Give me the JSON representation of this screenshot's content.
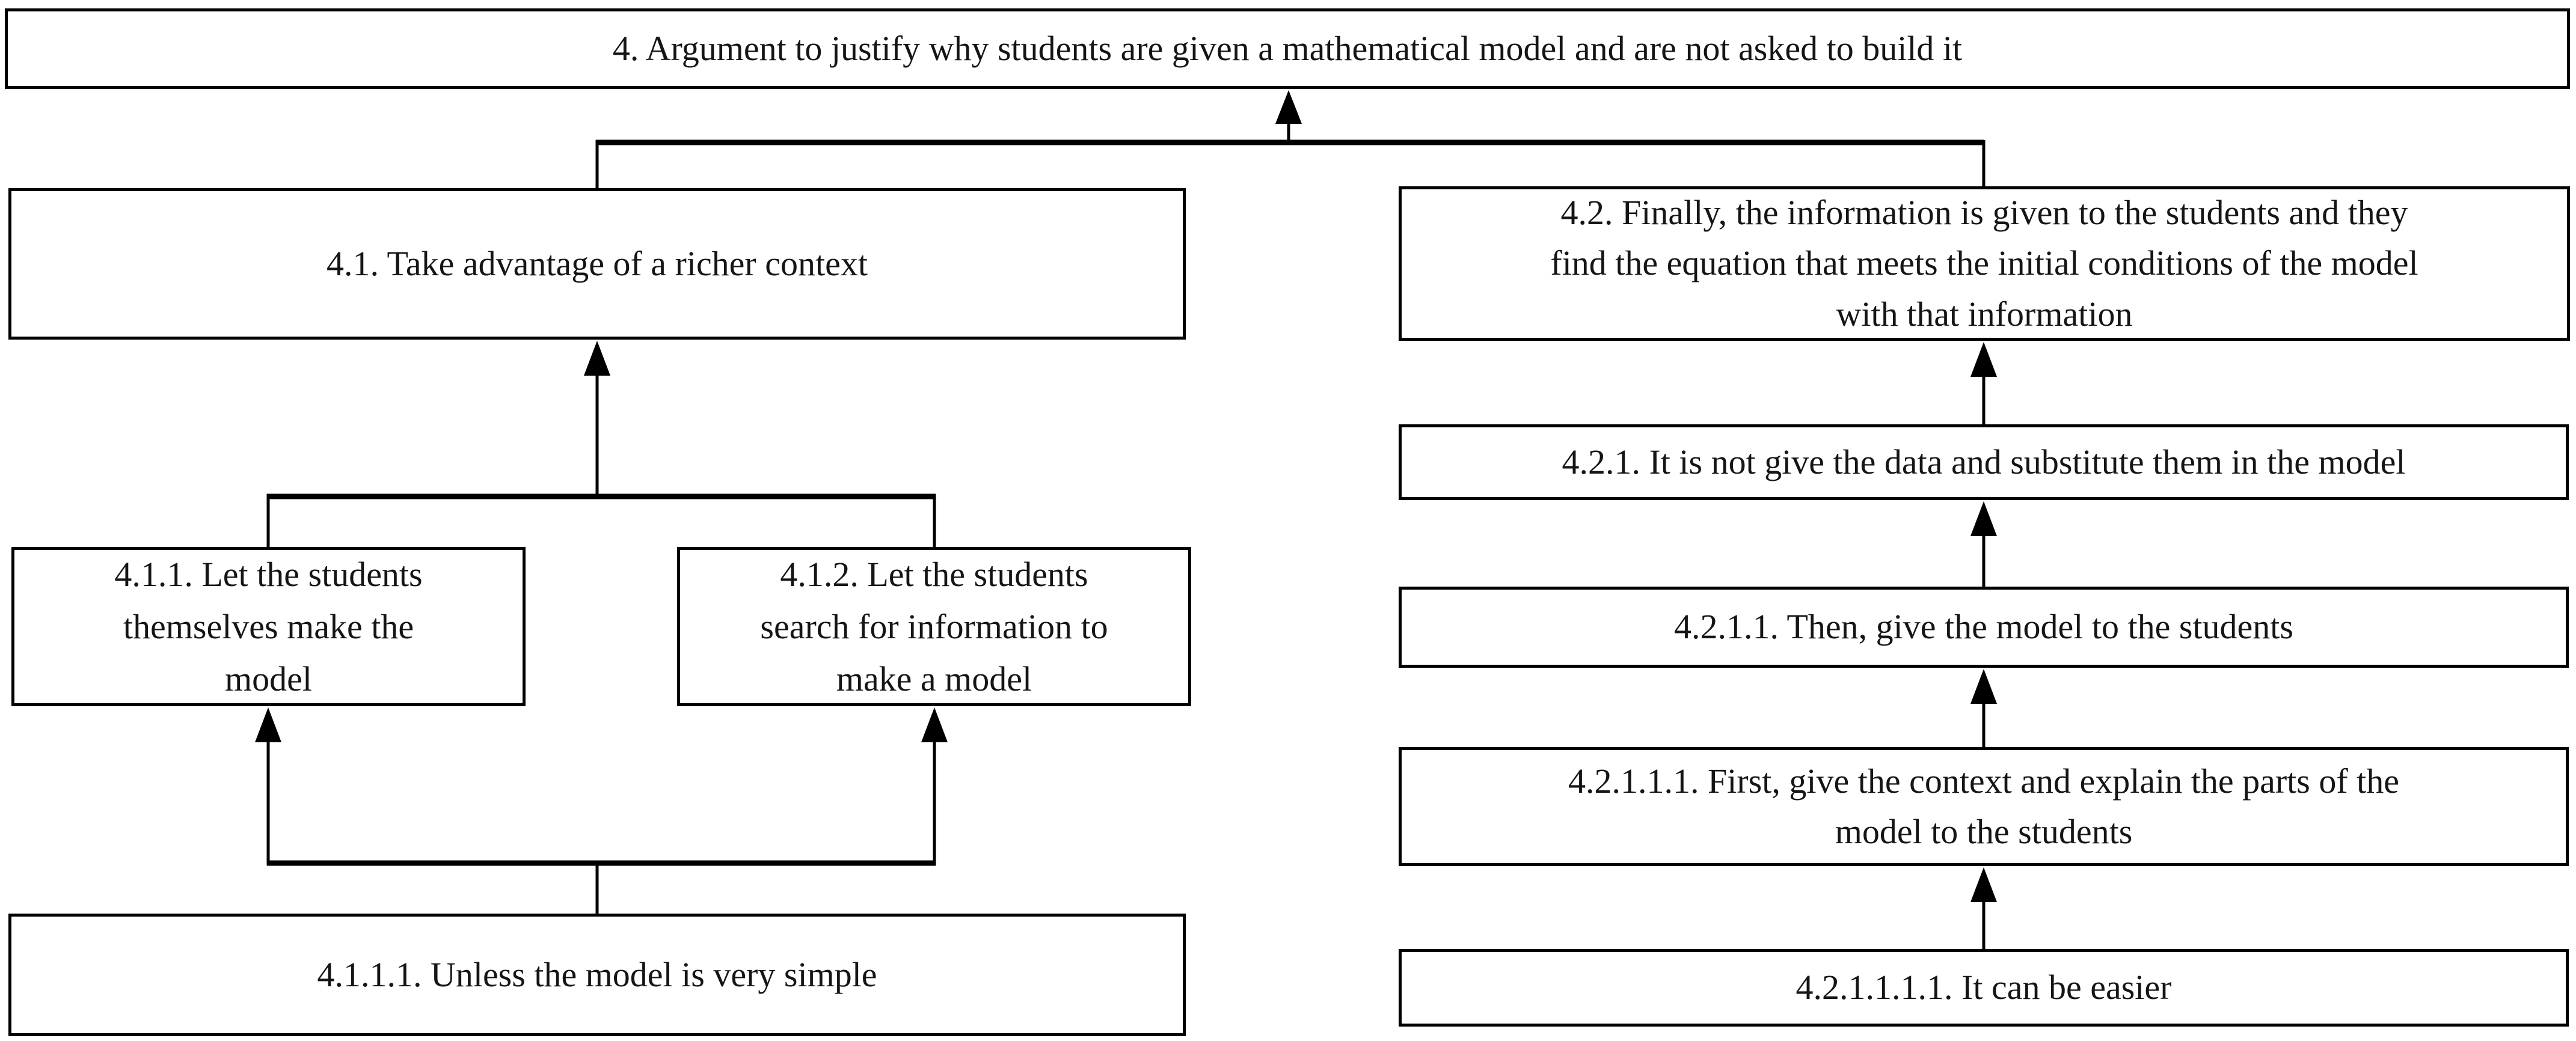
{
  "figure": {
    "kind": "argument-concept-map",
    "background_color": "#ffffff",
    "line_color": "#000000",
    "text_color": "#151515"
  },
  "nodes": {
    "n4": {
      "id": "4",
      "label": "4. Argument to justify why students are given a mathematical model and are not asked to build it",
      "lines": [
        "4. Argument to justify why students are given a mathematical model and are not asked to build it"
      ]
    },
    "n4_1": {
      "id": "4.1",
      "label": "4.1. Take advantage of a richer context",
      "lines": [
        "4.1. Take advantage of a richer context"
      ]
    },
    "n4_2": {
      "id": "4.2",
      "label": "4.2. Finally, the information is given to the students and they find the equation that meets the initial conditions of the model with that information",
      "lines": [
        "4.2. Finally, the information is given to the students and they",
        "find the equation that meets the initial conditions of the model",
        "with that information"
      ]
    },
    "n4_1_1": {
      "id": "4.1.1",
      "label": "4.1.1. Let the students themselves make the model",
      "lines": [
        "4.1.1. Let the students",
        "themselves make the",
        "model"
      ]
    },
    "n4_1_2": {
      "id": "4.1.2",
      "label": "4.1.2. Let the students search for information to make a model",
      "lines": [
        "4.1.2. Let the students",
        "search for information to",
        "make a model"
      ]
    },
    "n4_1_1_1": {
      "id": "4.1.1.1",
      "label": "4.1.1.1. Unless the model is very simple",
      "lines": [
        "4.1.1.1. Unless the model is very simple"
      ]
    },
    "n4_2_1": {
      "id": "4.2.1",
      "label": "4.2.1. It is not give the data and substitute them in the model",
      "lines": [
        "4.2.1. It is not give the data and substitute them in the model"
      ]
    },
    "n4_2_1_1": {
      "id": "4.2.1.1",
      "label": "4.2.1.1. Then, give the model to the students",
      "lines": [
        "4.2.1.1. Then, give the model to the students"
      ]
    },
    "n4_2_1_1_1": {
      "id": "4.2.1.1.1",
      "label": "4.2.1.1.1. First, give the context and explain the parts of the model to the students",
      "lines": [
        "4.2.1.1.1. First, give the context and explain the parts of the",
        "model to the students"
      ]
    },
    "n4_2_1_1_1_1": {
      "id": "4.2.1.1.1.1",
      "label": "4.2.1.1.1.1. It can be easier",
      "lines": [
        "4.2.1.1.1.1. It can be easier"
      ]
    }
  },
  "edges": [
    {
      "from": "4.1",
      "to": "4"
    },
    {
      "from": "4.2",
      "to": "4"
    },
    {
      "from": "4.1.1",
      "to": "4.1"
    },
    {
      "from": "4.1.2",
      "to": "4.1"
    },
    {
      "from": "4.1.1.1",
      "to": "4.1.1"
    },
    {
      "from": "4.1.1.1",
      "to": "4.1.2"
    },
    {
      "from": "4.2.1",
      "to": "4.2"
    },
    {
      "from": "4.2.1.1",
      "to": "4.2.1"
    },
    {
      "from": "4.2.1.1.1",
      "to": "4.2.1.1"
    },
    {
      "from": "4.2.1.1.1.1",
      "to": "4.2.1.1.1"
    }
  ]
}
